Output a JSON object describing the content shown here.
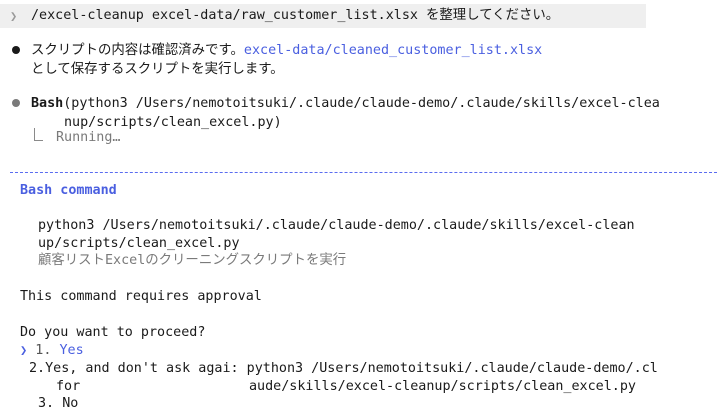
{
  "prompt": {
    "chevron_icon": "chevron-right-icon",
    "text": "/excel-cleanup excel-data/raw_customer_list.xlsx を整理してください。"
  },
  "assistant_message": {
    "line1_prefix": "スクリプトの内容は確認済みです。",
    "line1_link": "excel-data/cleaned_customer_list.xlsx",
    "line2": "として保存するスクリプトを実行します。"
  },
  "tool_call": {
    "tool_name": "Bash",
    "args_line1": "(python3 /Users/nemotoitsuki/.claude/claude-demo/.claude/skills/excel-clea",
    "args_line2": "nup/scripts/clean_excel.py)",
    "status": "Running…"
  },
  "approval_dialog": {
    "title": "Bash command",
    "command_line1": "python3 /Users/nemotoitsuki/.claude/claude-demo/.claude/skills/excel-clean",
    "command_line2": "up/scripts/clean_excel.py",
    "description": "顧客リストExcelのクリーニングスクリプトを実行",
    "requires_approval": "This command requires approval",
    "question": "Do you want to proceed?",
    "selector_icon": "❯",
    "options": [
      {
        "number": "1.",
        "label": "Yes",
        "selected": true
      },
      {
        "number": "2.",
        "label": "Yes, and don't ask agai: python3 /Users/nemotoitsuki/.claude/claude-demo/.cl",
        "label_cont_prefix": "for",
        "label_cont": "aude/skills/excel-cleanup/scripts/clean_excel.py",
        "selected": false
      },
      {
        "number": "3.",
        "label": "No",
        "selected": false
      }
    ]
  },
  "colors": {
    "accent_blue": "#4a5fe0",
    "prompt_bg": "#efefef",
    "muted_grey": "#7a7a7a"
  }
}
